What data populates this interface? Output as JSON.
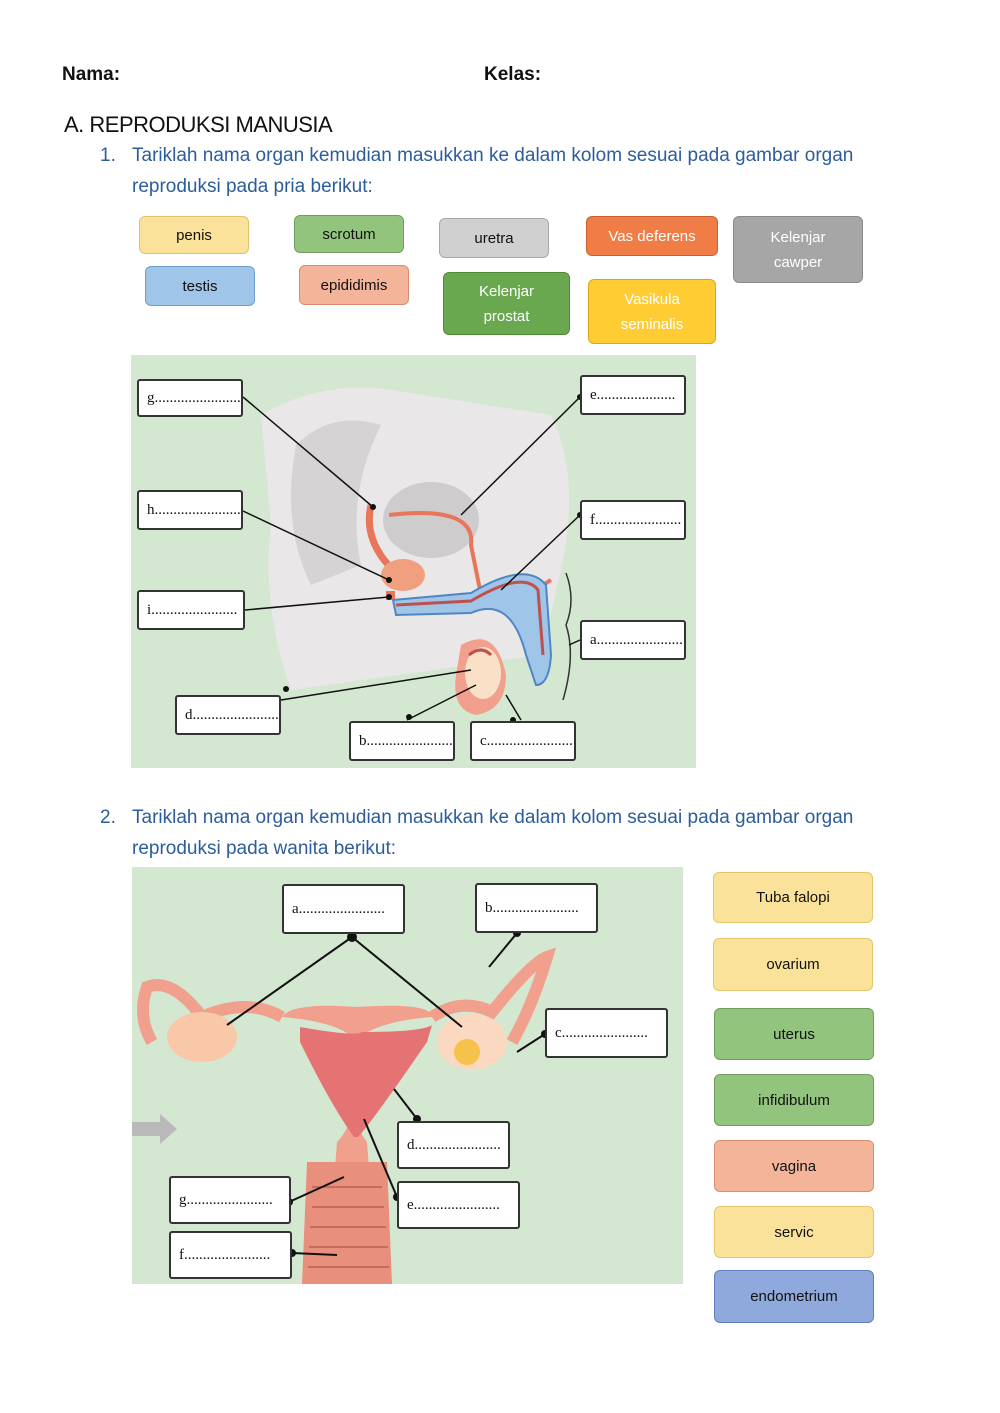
{
  "header": {
    "nama_label": "Nama:",
    "kelas_label": "Kelas:"
  },
  "section_title": "A. REPRODUKSI MANUSIA",
  "q1": {
    "number": "1.",
    "text": "Tariklah nama organ kemudian masukkan ke dalam kolom sesuai pada gambar organ reproduksi pada pria berikut:",
    "chips": [
      {
        "label": "penis"
      },
      {
        "label": "scrotum"
      },
      {
        "label": "uretra"
      },
      {
        "label": "Vas deferens"
      },
      {
        "label": "Kelenjar cawper"
      },
      {
        "label": "testis"
      },
      {
        "label": "epididimis"
      },
      {
        "label": "Kelenjar prostat"
      },
      {
        "label": "Vasikula seminalis"
      }
    ],
    "blanks": {
      "g": "g.......................",
      "e": "e.....................",
      "h": "h.......................",
      "f": "f.......................",
      "i": "i.......................",
      "a": "a.......................",
      "d": "d.......................",
      "b": "b.......................",
      "c": "c......................."
    }
  },
  "q2": {
    "number": "2.",
    "text": "Tariklah nama organ kemudian masukkan ke dalam kolom sesuai pada gambar organ reproduksi pada wanita berikut:",
    "blanks": {
      "a": "a.......................",
      "b": "b.......................",
      "c": "c.......................",
      "d": "d.......................",
      "e": "e.......................",
      "g": "g.......................",
      "f": "f......................."
    },
    "chips": [
      {
        "label": "Tuba falopi"
      },
      {
        "label": "ovarium"
      },
      {
        "label": "uterus"
      },
      {
        "label": "infidibulum"
      },
      {
        "label": "vagina"
      },
      {
        "label": "servic"
      },
      {
        "label": "endometrium"
      }
    ]
  },
  "colors": {
    "yellow": "#fbe29a",
    "green": "#93c47d",
    "grey": "#cfcfcf",
    "orange": "#ef7d45",
    "darkgrey": "#a6a6a6",
    "blue": "#9fc5e8",
    "salmon": "#f4b49a",
    "darkgreen": "#6aa84f",
    "gold": "#ffcc33",
    "panel": "#d4e8d1",
    "question_text": "#2c5d9a",
    "organ_pink": "#f2a08e",
    "organ_red": "#e06666"
  }
}
